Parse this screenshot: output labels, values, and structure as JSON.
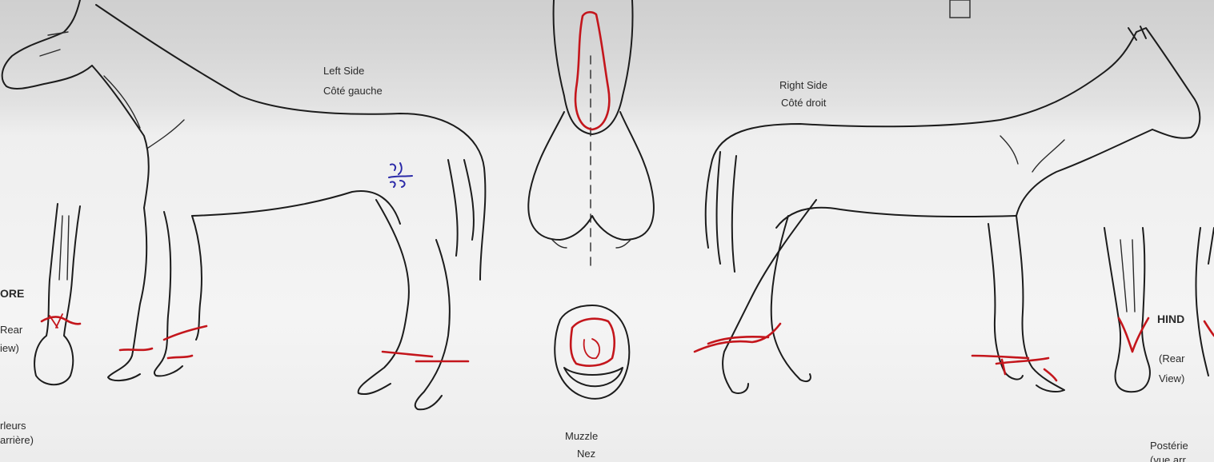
{
  "labels": {
    "left_side": "Left Side",
    "left_side_fr": "Côté gauche",
    "right_side": "Right Side",
    "right_side_fr": "Côté droit",
    "fore": "ORE",
    "fore_rear_1": "Rear",
    "fore_rear_2": "iew)",
    "fore_fr_1": "rleurs",
    "fore_fr_2": "arrière)",
    "muzzle": "Muzzle",
    "muzzle_fr": "Nez",
    "hind": "HIND",
    "hind_rear_1": "(Rear",
    "hind_rear_2": "View)",
    "hind_fr_1": "Postérie",
    "hind_fr_2": "(vue arr"
  },
  "handwritten_mark": "blue-ink-annotation",
  "colors": {
    "ink": "#1c1c1c",
    "marking_red": "#c4161c",
    "marking_blue": "#2b2aa8"
  }
}
